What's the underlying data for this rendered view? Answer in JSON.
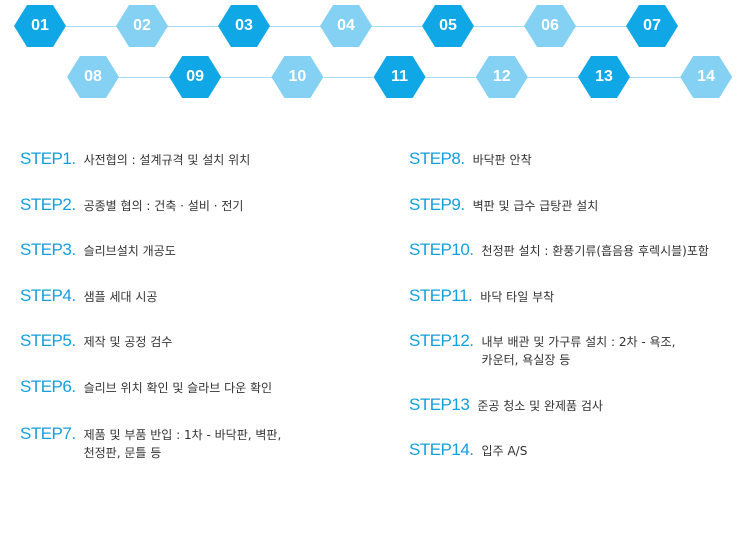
{
  "colors": {
    "dark_hex": "#0fa7e6",
    "light_hex": "#84d1f3",
    "step_label": "#139fdd",
    "line": "#a9dff6"
  },
  "hex_row1": [
    {
      "label": "01",
      "style": "dark"
    },
    {
      "label": "02",
      "style": "light"
    },
    {
      "label": "03",
      "style": "dark"
    },
    {
      "label": "04",
      "style": "light"
    },
    {
      "label": "05",
      "style": "dark"
    },
    {
      "label": "06",
      "style": "light"
    },
    {
      "label": "07",
      "style": "dark"
    }
  ],
  "hex_row2": [
    {
      "label": "08",
      "style": "light"
    },
    {
      "label": "09",
      "style": "dark"
    },
    {
      "label": "10",
      "style": "light"
    },
    {
      "label": "11",
      "style": "dark"
    },
    {
      "label": "12",
      "style": "light"
    },
    {
      "label": "13",
      "style": "dark"
    },
    {
      "label": "14",
      "style": "light"
    }
  ],
  "steps_left": [
    {
      "label": "STEP1.",
      "lines": [
        "사전협의 : 설계규격 및 설치 위치"
      ]
    },
    {
      "label": "STEP2.",
      "lines": [
        "공종별 협의 : 건축 · 설비 · 전기"
      ]
    },
    {
      "label": "STEP3.",
      "lines": [
        "슬리브설치 개공도"
      ]
    },
    {
      "label": "STEP4.",
      "lines": [
        "샘플 세대 시공"
      ]
    },
    {
      "label": "STEP5.",
      "lines": [
        "제작 및 공정 검수"
      ]
    },
    {
      "label": "STEP6.",
      "lines": [
        "슬리브 위치 확인 및 슬라브 다운 확인"
      ]
    },
    {
      "label": "STEP7.",
      "lines": [
        "제품 및 부품 반입 : 1차 - 바닥판, 벽판,",
        "천정판, 문틀 등"
      ]
    }
  ],
  "steps_right": [
    {
      "label": "STEP8.",
      "lines": [
        "바닥판 안착"
      ]
    },
    {
      "label": "STEP9.",
      "lines": [
        "벽판 및 급수 급탕관 설치"
      ]
    },
    {
      "label": "STEP10.",
      "lines": [
        "천정판 설치 : 환풍기류(흡음용 후렉시블)포함"
      ]
    },
    {
      "label": "STEP11.",
      "lines": [
        "바닥 타일 부착"
      ]
    },
    {
      "label": "STEP12.",
      "lines": [
        "내부 배관 및 가구류 설치 : 2차 - 욕조,",
        "카운터, 욕실장 등"
      ]
    },
    {
      "label": "STEP13",
      "lines": [
        "준공 청소 및 완제품 검사"
      ]
    },
    {
      "label": "STEP14.",
      "lines": [
        "입주 A/S"
      ]
    }
  ]
}
